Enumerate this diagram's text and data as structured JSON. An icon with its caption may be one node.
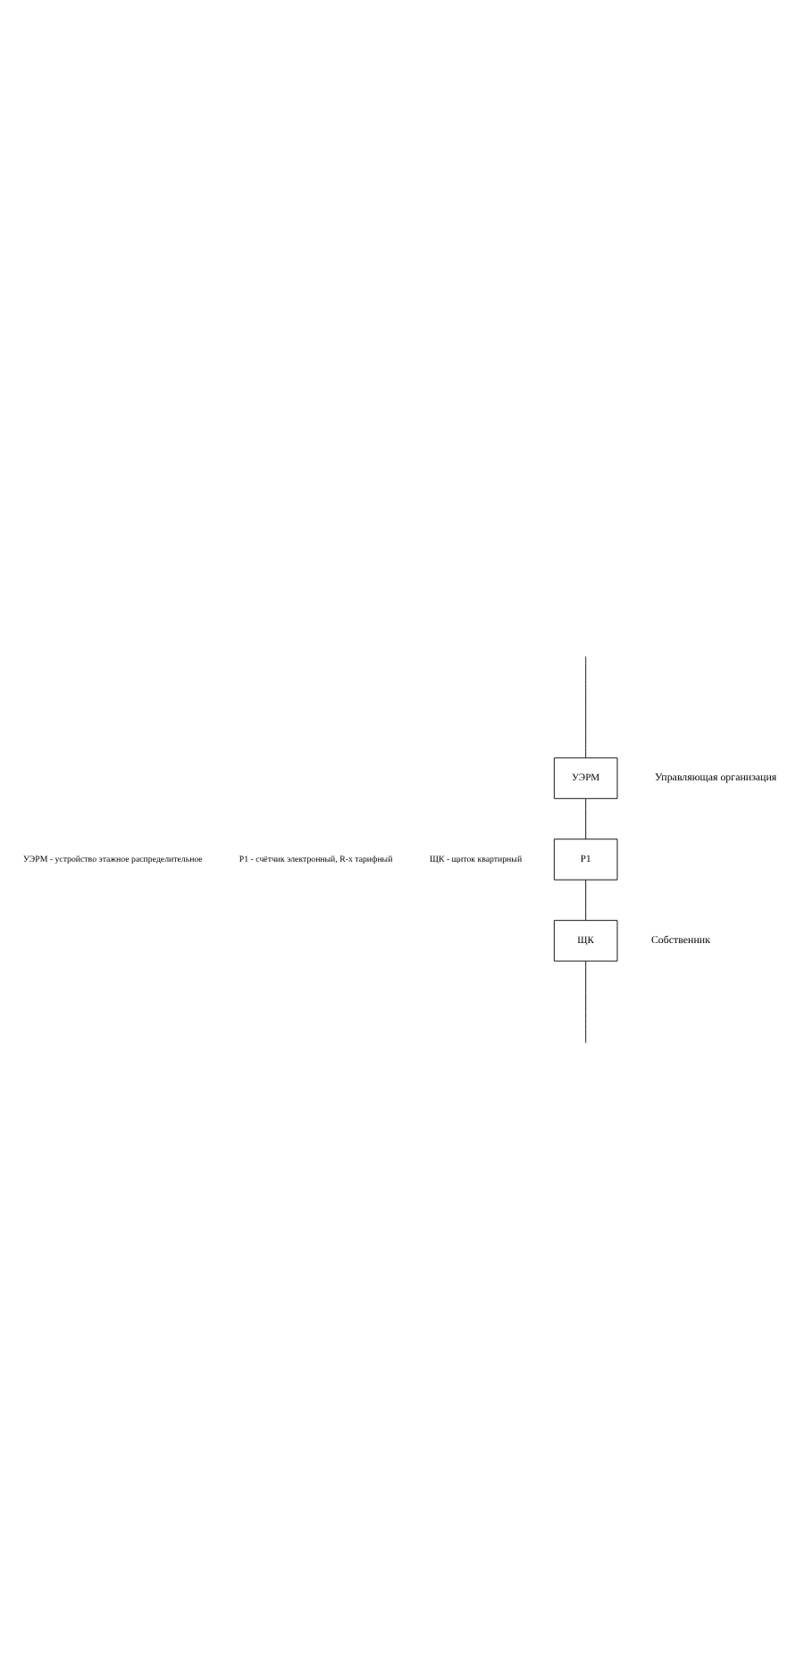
{
  "diagram": {
    "nodes": [
      {
        "text": [
          "УЭРМ"
        ]
      },
      {
        "text": [
          "Р1"
        ]
      },
      {
        "text": [
          "ЩК"
        ]
      }
    ],
    "edges": [
      {
        "from": null,
        "to": 0,
        "arrow": "none"
      },
      {
        "from": 0,
        "to": 1,
        "arrow": "none"
      },
      {
        "from": 1,
        "to": 2,
        "arrow": "none"
      },
      {
        "from": 2,
        "to": null,
        "arrow": "none"
      }
    ],
    "labels": [
      "Управляющая организация",
      "Собственник",
      "УЭРМ - устройство этажное распределительное",
      "Р1 - счётчик электронный, R-х тарифный",
      "ЩК - щиток квартирный"
    ]
  }
}
